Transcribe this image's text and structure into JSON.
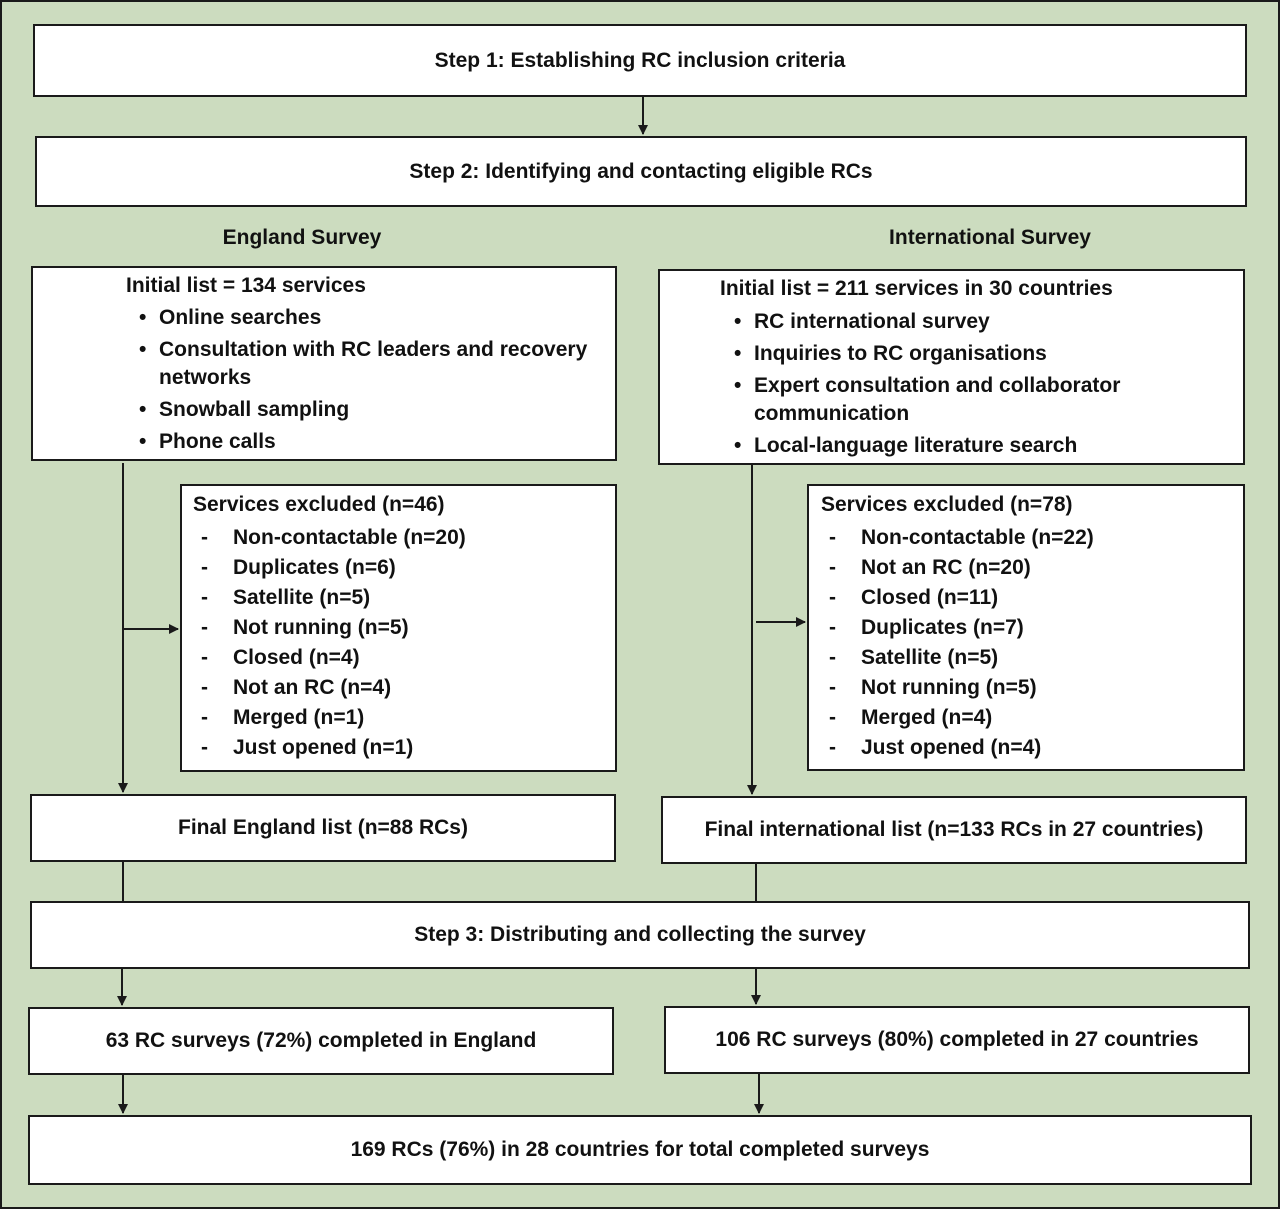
{
  "step1": "Step 1: Establishing RC inclusion criteria",
  "step2": "Step 2: Identifying and contacting eligible RCs",
  "step3": "Step 3: Distributing and collecting the survey",
  "england": {
    "heading": "England Survey",
    "initial_title": "Initial list = 134 services",
    "initial_items": [
      "Online searches",
      "Consultation with RC leaders and recovery networks",
      "Snowball sampling",
      "Phone calls"
    ],
    "excluded_title": "Services excluded (n=46)",
    "excluded_items": [
      "Non-contactable (n=20)",
      "Duplicates (n=6)",
      "Satellite (n=5)",
      "Not running (n=5)",
      "Closed (n=4)",
      "Not an RC (n=4)",
      "Merged (n=1)",
      "Just opened (n=1)"
    ],
    "final": "Final England list (n=88 RCs)",
    "completed": "63 RC surveys (72%) completed in England"
  },
  "international": {
    "heading": "International Survey",
    "initial_title": "Initial list = 211 services in 30 countries",
    "initial_items": [
      "RC international survey",
      "Inquiries to RC organisations",
      "Expert consultation and collaborator communication",
      "Local-language literature search"
    ],
    "excluded_title": "Services excluded (n=78)",
    "excluded_items": [
      "Non-contactable (n=22)",
      "Not an RC (n=20)",
      "Closed (n=11)",
      "Duplicates (n=7)",
      "Satellite (n=5)",
      "Not running (n=5)",
      "Merged (n=4)",
      "Just opened (n=4)"
    ],
    "final": "Final international list (n=133 RCs in 27 countries)",
    "completed": "106 RC surveys (80%) completed in 27 countries"
  },
  "total": "169 RCs (76%) in 28 countries for total completed surveys",
  "colors": {
    "background": "#ccdcbf",
    "box": "#ffffff",
    "line": "#1a1a1a"
  }
}
